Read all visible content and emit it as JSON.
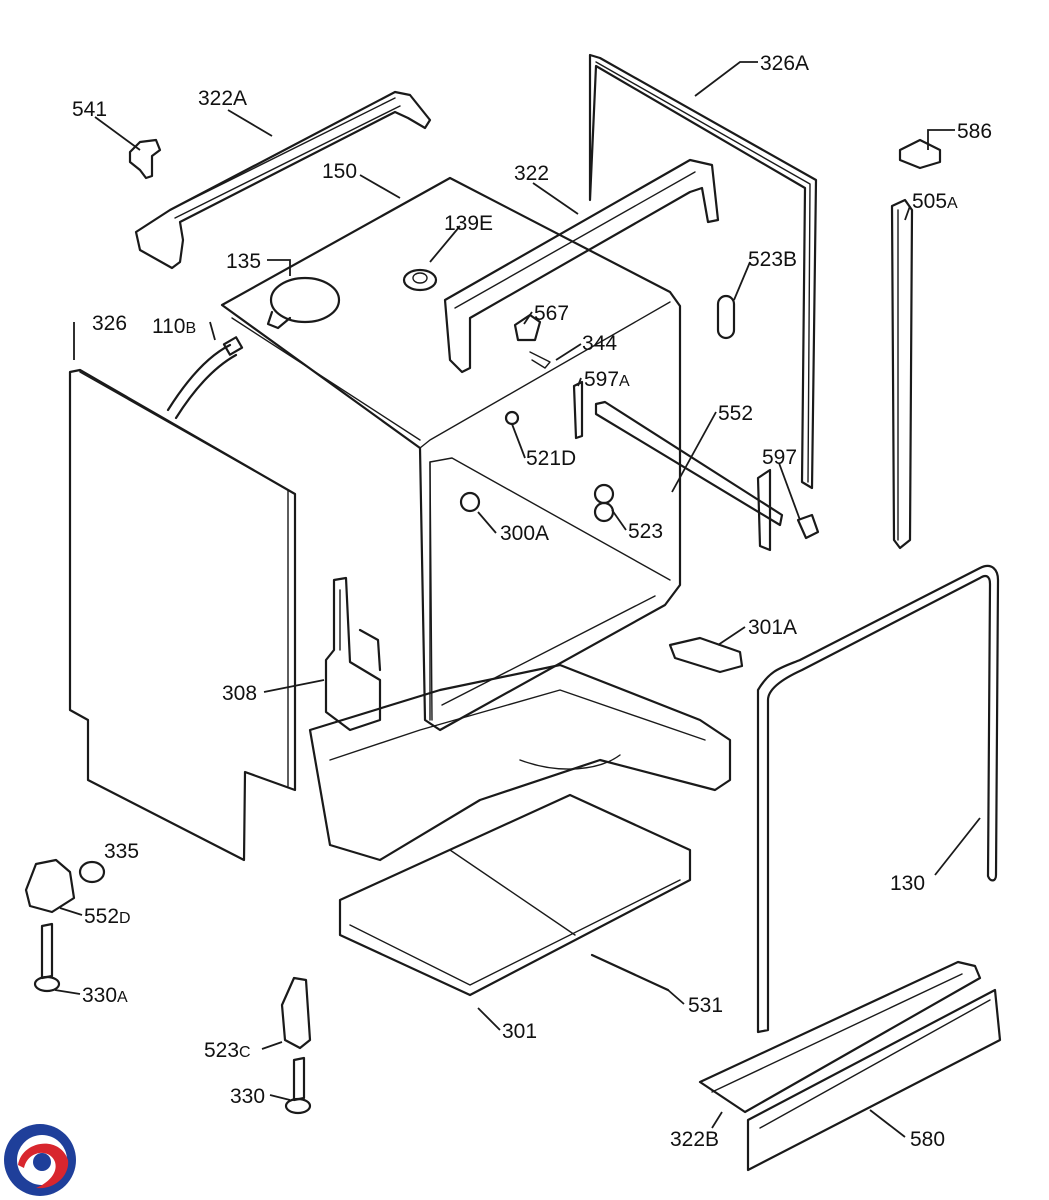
{
  "diagram": {
    "labels": {
      "p541": "541",
      "p322A": "322A",
      "p326A": "326A",
      "p586": "586",
      "p150": "150",
      "p322": "322",
      "p139E": "139E",
      "p505A_num": "505",
      "p505A_suf": "A",
      "p135": "135",
      "p523B": "523B",
      "p567": "567",
      "p326": "326",
      "p110B_num": "110",
      "p110B_suf": "B",
      "p344": "344",
      "p597A_num": "597",
      "p597A_suf": "A",
      "p552": "552",
      "p521D": "521D",
      "p597": "597",
      "p300A": "300A",
      "p523": "523",
      "p301A": "301A",
      "p308": "308",
      "p335": "335",
      "p130": "130",
      "p552D_num": "552",
      "p552D_suf": "D",
      "p330A_num": "330",
      "p330A_suf": "A",
      "p531": "531",
      "p301": "301",
      "p523C_num": "523",
      "p523C_suf": "C",
      "p330": "330",
      "p322B": "322B",
      "p580": "580"
    },
    "logo": {
      "colors": {
        "blue": "#1f3f9a",
        "red": "#d8262e"
      }
    }
  }
}
